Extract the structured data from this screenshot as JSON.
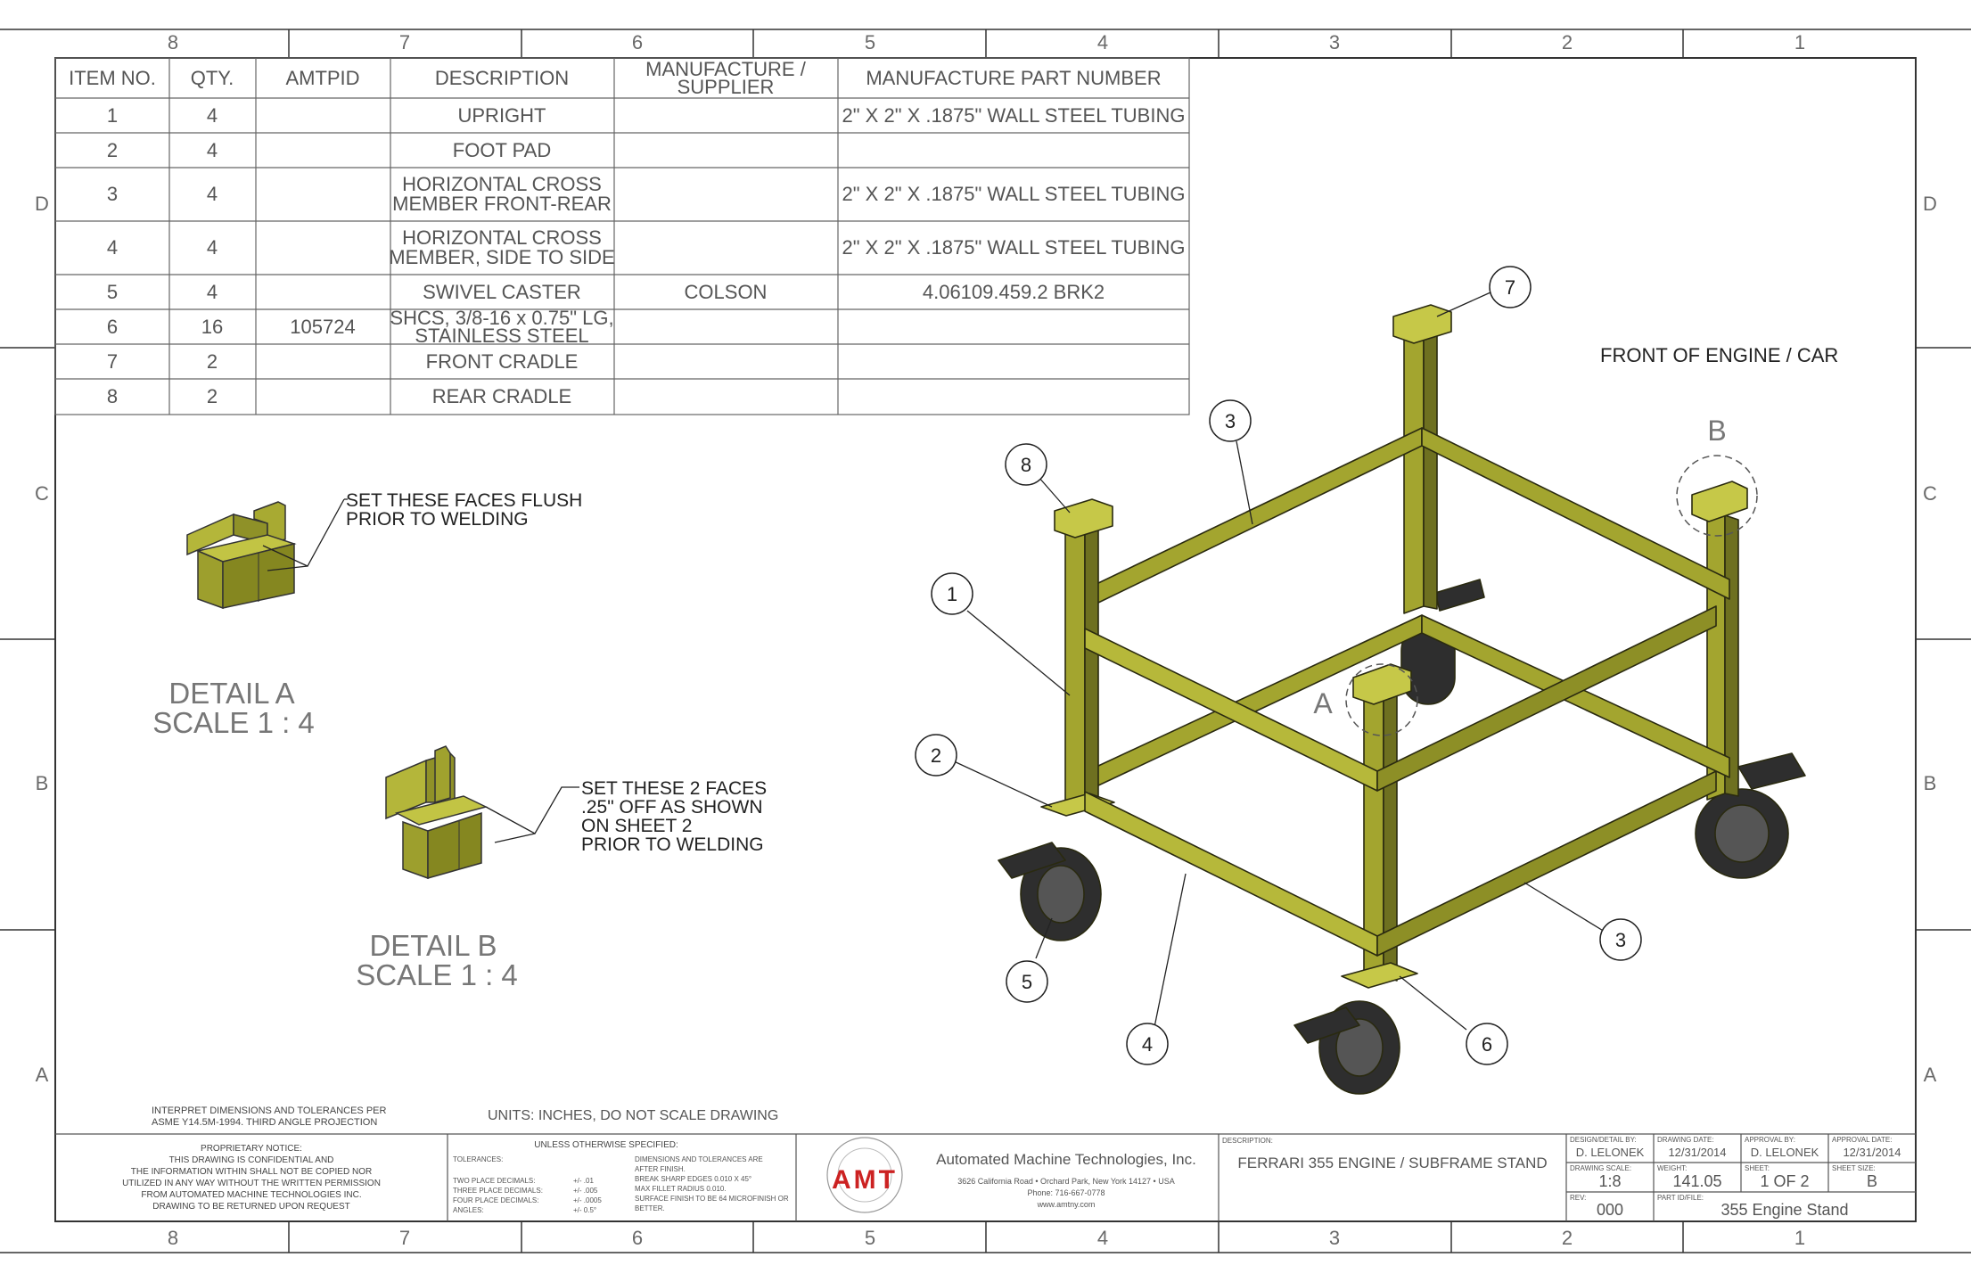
{
  "zones": {
    "columns": [
      "8",
      "7",
      "6",
      "5",
      "4",
      "3",
      "2",
      "1"
    ],
    "rows": [
      "D",
      "C",
      "B",
      "A"
    ]
  },
  "bom": {
    "headers": [
      "ITEM NO.",
      "QTY.",
      "AMTPID",
      "DESCRIPTION",
      "MANUFACTURE /",
      "SUPPLIER",
      "MANUFACTURE PART NUMBER"
    ],
    "rows": [
      {
        "item": "1",
        "qty": "4",
        "amtpid": "",
        "desc1": "UPRIGHT",
        "desc2": "",
        "supplier": "",
        "part": "2\" X 2\" X .1875\" WALL STEEL TUBING"
      },
      {
        "item": "2",
        "qty": "4",
        "amtpid": "",
        "desc1": "FOOT PAD",
        "desc2": "",
        "supplier": "",
        "part": ""
      },
      {
        "item": "3",
        "qty": "4",
        "amtpid": "",
        "desc1": "HORIZONTAL CROSS",
        "desc2": "MEMBER FRONT-REAR",
        "supplier": "",
        "part": "2\" X 2\" X .1875\" WALL STEEL TUBING"
      },
      {
        "item": "4",
        "qty": "4",
        "amtpid": "",
        "desc1": "HORIZONTAL CROSS",
        "desc2": "MEMBER, SIDE TO SIDE",
        "supplier": "",
        "part": "2\" X 2\" X .1875\" WALL STEEL TUBING"
      },
      {
        "item": "5",
        "qty": "4",
        "amtpid": "",
        "desc1": "SWIVEL CASTER",
        "desc2": "",
        "supplier": "COLSON",
        "part": "4.06109.459.2 BRK2"
      },
      {
        "item": "6",
        "qty": "16",
        "amtpid": "105724",
        "desc1": "SHCS, 3/8-16 x 0.75\" LG,",
        "desc2": "STAINLESS STEEL",
        "supplier": "",
        "part": ""
      },
      {
        "item": "7",
        "qty": "2",
        "amtpid": "",
        "desc1": "FRONT CRADLE",
        "desc2": "",
        "supplier": "",
        "part": ""
      },
      {
        "item": "8",
        "qty": "2",
        "amtpid": "",
        "desc1": "REAR CRADLE",
        "desc2": "",
        "supplier": "",
        "part": ""
      }
    ]
  },
  "notes": {
    "detail_a_note": [
      "SET THESE FACES FLUSH",
      "PRIOR TO WELDING"
    ],
    "detail_b_note": [
      "SET THESE 2 FACES",
      ".25\" OFF AS SHOWN",
      "ON SHEET 2",
      "PRIOR TO WELDING"
    ],
    "detail_a_title": "DETAIL A",
    "detail_a_scale": "SCALE 1 : 4",
    "detail_b_title": "DETAIL B",
    "detail_b_scale": "SCALE 1 : 4",
    "front_label": "FRONT OF ENGINE / CAR",
    "view_a": "A",
    "view_b": "B",
    "interpret": [
      "INTERPRET DIMENSIONS AND TOLERANCES PER",
      "ASME Y14.5M-1994. THIRD ANGLE PROJECTION"
    ],
    "units": "UNITS: INCHES, DO NOT SCALE DRAWING"
  },
  "balloons": [
    "7",
    "3",
    "8",
    "1",
    "2",
    "5",
    "4",
    "6",
    "3"
  ],
  "title_block": {
    "proprietary": [
      "PROPRIETARY NOTICE:",
      "THIS DRAWING IS CONFIDENTIAL AND",
      "THE INFORMATION WITHIN SHALL NOT BE COPIED NOR",
      "UTILIZED IN ANY WAY WITHOUT THE WRITTEN PERMISSION",
      "FROM AUTOMATED MACHINE TECHNOLOGIES INC.",
      "DRAWING TO BE RETURNED UPON REQUEST"
    ],
    "unless": "UNLESS OTHERWISE SPECIFIED:",
    "tolerances_label": "TOLERANCES:",
    "tol_rows": [
      {
        "k": "TWO PLACE DECIMALS:",
        "v": "+/- .01"
      },
      {
        "k": "THREE PLACE DECIMALS:",
        "v": "+/- .005"
      },
      {
        "k": "FOUR PLACE DECIMALS:",
        "v": "+/- .0005"
      },
      {
        "k": "ANGLES:",
        "v": "+/- 0.5°"
      }
    ],
    "tol_notes": [
      "DIMENSIONS AND TOLERANCES ARE",
      "AFTER FINISH.",
      "BREAK SHARP EDGES 0.010 X 45°",
      "MAX FILLET RADIUS 0.010.",
      "SURFACE FINISH TO BE 64 MICROFINISH OR",
      "BETTER."
    ],
    "logo_text": "AMT",
    "company": "Automated Machine Technologies, Inc.",
    "address": "3626 California Road • Orchard Park, New York 14127 • USA",
    "phone": "Phone: 716-667-0778",
    "web": "www.amtny.com",
    "description_label": "DESCRIPTION:",
    "description": "FERRARI 355 ENGINE / SUBFRAME STAND",
    "design_label": "DESIGN/DETAIL BY:",
    "design_by": "D. LELONEK",
    "drawing_date_label": "DRAWING DATE:",
    "drawing_date": "12/31/2014",
    "approval_label": "APPROVAL BY:",
    "approval_by": "D. LELONEK",
    "approval_date_label": "APPROVAL DATE:",
    "approval_date": "12/31/2014",
    "scale_label": "DRAWING SCALE:",
    "scale": "1:8",
    "weight_label": "WEIGHT:",
    "weight": "141.05",
    "sheet_label": "SHEET:",
    "sheet": "1 OF 2",
    "size_label": "SHEET SIZE:",
    "size": "B",
    "rev_label": "REV:",
    "rev": "000",
    "part_label": "PART ID/FILE:",
    "part": "355 Engine Stand"
  },
  "colors": {
    "frame": "#a3a52f",
    "frame_dark": "#6e7020",
    "frame_light": "#c6c848",
    "caster": "#2e2e2e",
    "logo_red": "#cc2222",
    "border": "#333333"
  }
}
